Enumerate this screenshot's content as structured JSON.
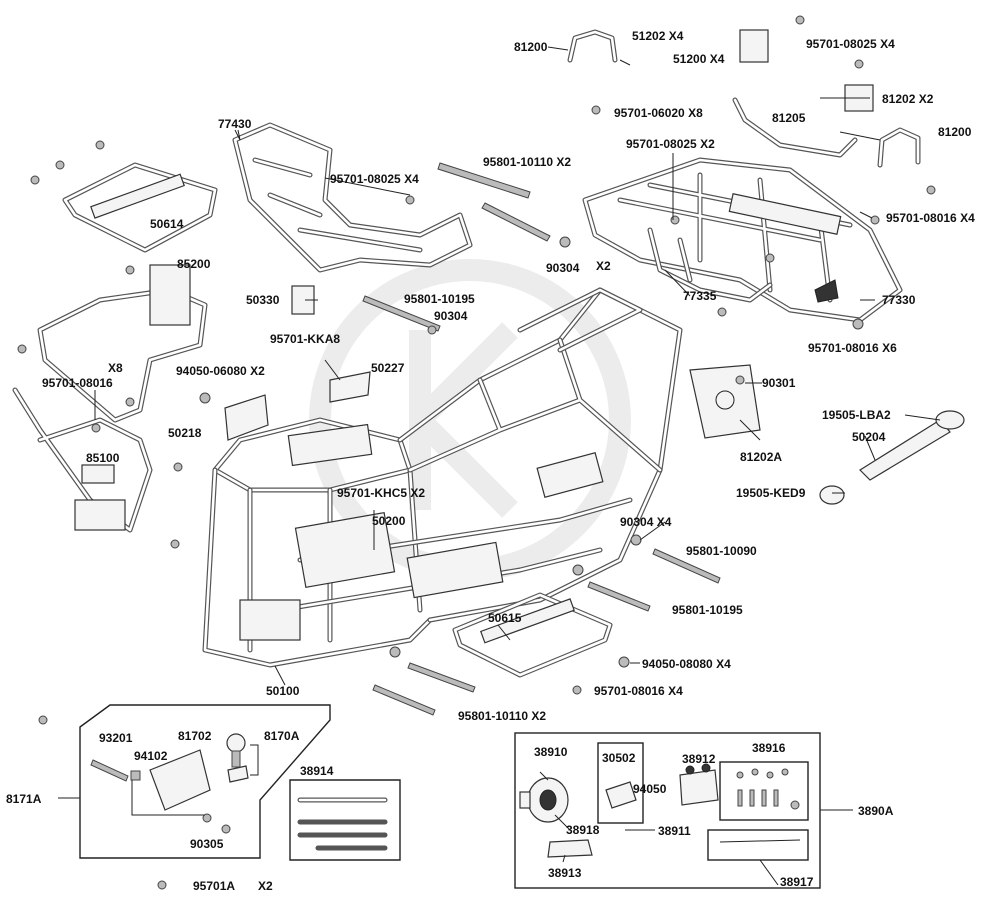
{
  "labels": {
    "l81200a": "81200",
    "l51202": "51202 X4",
    "l51200": "51200 X4",
    "l95701_08025_x4_top": "95701-08025 X4",
    "l81202": "81202 X2",
    "l95701_06020": "95701-06020 X8",
    "l81205": "81205",
    "l81200b": "81200",
    "l77430": "77430",
    "l95801_10110_top": "95801-10110 X2",
    "l95701_08025_x2": "95701-08025 X2",
    "l95701_08025_x4_mid": "95701-08025 X4",
    "l95701_08016_x4_right": "95701-08016 X4",
    "l50614": "50614",
    "l90304_x2": "90304",
    "l90304_x2_qty": "X2",
    "l85200": "85200",
    "l50330": "50330",
    "l95801_10195_top": "95801-10195",
    "l90304_mid": "90304",
    "l77335": "77335",
    "l77330": "77330",
    "l95701_kka8": "95701-KKA8",
    "l95701_08016_x6": "95701-08016 X6",
    "l x8": "X8",
    "l94050_06080": "94050-06080 X2",
    "l50227": "50227",
    "l95701_08016_left": "95701-08016",
    "l90301": "90301",
    "l19505_lba2": "19505-LBA2",
    "l50218": "50218",
    "l50204": "50204",
    "l81202a": "81202A",
    "l85100": "85100",
    "l95701_khc5": "95701-KHC5 X2",
    "l19505_ked9": "19505-KED9",
    "l90304_x4": "90304  X4",
    "l50200": "50200",
    "l95801_10090": "95801-10090",
    "l95801_10195_bot": "95801-10195",
    "l50615": "50615",
    "l94050_08080": "94050-08080 X4",
    "l50100": "50100",
    "l95701_08016_x4_bot": "95701-08016 X4",
    "l95801_10110_bot": "95801-10110 X2",
    "l93201": "93201",
    "l81702": "81702",
    "l8170a": "8170A",
    "l94102": "94102",
    "l8171a": "8171A",
    "l90305": "90305",
    "l38914": "38914",
    "l95701a": "95701A",
    "l95701a_qty": "X2",
    "l38910": "38910",
    "l30502": "30502",
    "l94050": "94050",
    "l38912": "38912",
    "l38916": "38916",
    "l3890a": "3890A",
    "l38918": "38918",
    "l38911": "38911",
    "l38913": "38913",
    "l38917": "38917"
  }
}
